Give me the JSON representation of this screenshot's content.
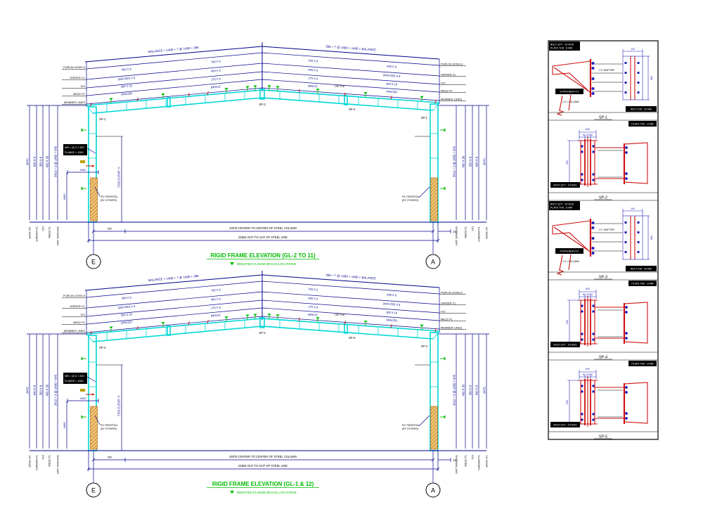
{
  "drawing": {
    "frames": [
      {
        "title": "RIGID FRAME ELEVATION (GL-2 TO 11)",
        "legend": "DENOTES FLANGE BRACE LOCATIONS",
        "grid_left": "E",
        "grid_right": "A",
        "dim_c2c": "24076 CENTER TO CENTER OF STEEL COLUMN",
        "dim_o2o": "24594 OUT TO OUT OF STEEL LINE",
        "dim_left_offset": "500",
        "dim_right_offset": "200",
        "span_left": "BALANCE + 1480 + 7 @ 1480 + 388",
        "span_right": "388 + 7 @ 1480 + 1480 + BALANCE",
        "knee_left": "SP-1",
        "knee_right": "SP-1",
        "apex": "SP-2",
        "splice": "SP-3",
        "note_typ": "100 TYP",
        "purlin_labels": [
          "PURLIN LEVELS",
          "GIRDER CL",
          "VCI",
          "MEZZ PL",
          "MEMBER LINES"
        ],
        "web_a": [
          "450 X 8",
          "(250-400) X 8",
          "300 X 10",
          "SPACER"
        ],
        "web_b": [
          "750 X 8",
          "450 X 8",
          "175 X 8",
          "BRACE"
        ],
        "web_c": [
          "750 X 8",
          "450 X 8",
          "175 X 8",
          "BRACE"
        ],
        "web_d": [
          "450 X 8",
          "(400-250) X 8",
          "300 X 10",
          "SPACER"
        ],
        "hdim_left": [
          "8470",
          "940 X 8",
          "350 X 8",
          "400 X 30",
          "3410 + 3 @ 1480 + 640"
        ],
        "hname_left": [
          "EAVE HT.",
          "GIRDER PL",
          "VCI",
          "MEZZ PL",
          "GRT SPACING"
        ],
        "hdim_right": [
          "3410 + 3 @ 1480 + 640",
          "400 X 30",
          "350 X 8",
          "940 X 8",
          "8470"
        ],
        "hname_right": [
          "GRT SPACING",
          "MEZZ PL",
          "VCI",
          "GIRDER PL",
          "EAVE HT."
        ],
        "haunch_note_1": "WB = (2) 0.7-300",
        "haunch_note_2": "FLANGE = 1500",
        "haunch_dim": "1500",
        "clear_height": "7150 CLEAR +/-",
        "base_dim": "4000",
        "pedestal_note_1": "RC PEDESTAL",
        "pedestal_note_2": "(BY OTHERS)"
      },
      {
        "title": "RIGID FRAME ELEVATION (GL-1 & 12)",
        "legend": "DENOTES FLANGE BRACE LOCATIONS",
        "grid_left": "E",
        "grid_right": "A",
        "dim_c2c": "24076 CENTER TO CENTER OF STEEL COLUMN",
        "dim_o2o": "24594 OUT TO OUT OF STEEL LINE",
        "dim_left_offset": "500",
        "dim_right_offset": "200",
        "span_left": "BALANCE + 1480 + 7 @ 1480 + 388",
        "span_right": "388 + 7 @ 1480 + 1480 + BALANCE",
        "knee_left": "SP-3",
        "knee_right": "SP-3",
        "apex": "SP-4",
        "splice": "SP-5",
        "note_typ": "100 TYP",
        "purlin_labels": [
          "PURLIN LEVELS",
          "GIRDER CL",
          "VCI",
          "MEZZ PL",
          "MEMBER LINES"
        ],
        "web_a": [
          "450 X 8",
          "(250-400) X 8",
          "300 X 10",
          "SPACER"
        ],
        "web_b": [
          "750 X 8",
          "450 X 8",
          "175 X 8",
          "BRACE"
        ],
        "web_c": [
          "750 X 8",
          "450 X 8",
          "175 X 8",
          "BRACE"
        ],
        "web_d": [
          "450 X 8",
          "(400-250) X 8",
          "300 X 10",
          "SPACER"
        ],
        "hdim_left": [
          "8470",
          "940 X 8",
          "350 X 8",
          "400 X 30",
          "3410 + 3 @ 1480 + 640"
        ],
        "hname_left": [
          "EAVE HT.",
          "GIRDER PL",
          "VCI",
          "MEZZ PL",
          "GRT SPACING"
        ],
        "hdim_right": [
          "3410 + 3 @ 1480 + 640",
          "400 X 30",
          "350 X 8",
          "940 X 8",
          "8470"
        ],
        "hname_right": [
          "GRT SPACING",
          "MEZZ PL",
          "VCI",
          "GIRDER PL",
          "EAVE HT."
        ],
        "haunch_note_1": "WB = (2) 0.7-300",
        "haunch_note_2": "FLANGE = 1500",
        "haunch_dim": "1500",
        "clear_height": "7150 CLEAR +/-",
        "base_dim": "4000",
        "pedestal_note_1": "RC PEDESTAL",
        "pedestal_note_2": "(BY OTHERS)"
      }
    ],
    "details": [
      {
        "caption": "SP-1",
        "box1a": "BOLT QTY : 24 NOS",
        "box1b": "PLATE THK : 8 MM",
        "rafter": "I.S. RAFTER",
        "stiffener": "STIFFENER PLT",
        "column": "I.S. COLUMN",
        "dim_w": "100",
        "dim_h": "880",
        "box2": "BOLT DIA : 20 MM"
      },
      {
        "caption": "SP-2",
        "dim_top": "600",
        "dim_sub": "50 140 50",
        "dim_side": "630",
        "boxT": "PLATE THK : 8 MM",
        "boxB": "BOLT QTY : 16 NOS"
      },
      {
        "caption": "SP-3",
        "box1a": "BOLT QTY : 24 NOS",
        "box1b": "PLATE THK : 8 MM",
        "rafter": "I.S. RAFTER",
        "stiffener": "STIFFENER PLT",
        "column": "I.S. COLUMN",
        "dim_w": "100",
        "dim_h": "880",
        "box2": "BOLT DIA : 20 MM"
      },
      {
        "caption": "SP-4",
        "dim_top": "600",
        "dim_sub": "50 140 50",
        "dim_side": "630",
        "boxT": "PLATE THK : 8 MM",
        "boxB": "BOLT QTY : 16 NOS"
      },
      {
        "caption": "SP-5",
        "dim_top": "600",
        "dim_sub": "50 140 50",
        "dim_side": "630",
        "boxT": "PLATE THK : 8 MM",
        "boxB": "BOLT QTY : 16 NOS"
      }
    ]
  }
}
